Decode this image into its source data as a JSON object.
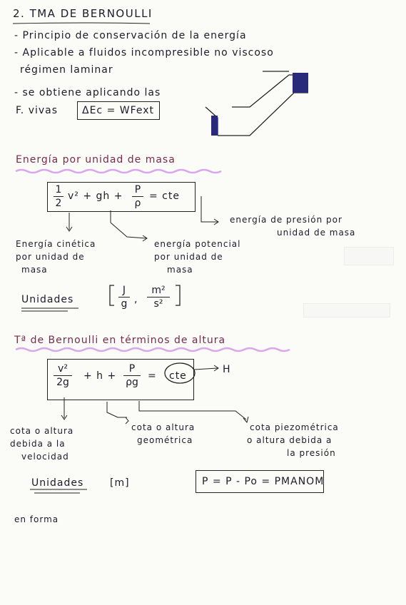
{
  "heading": "2. TMA DE BERNOULLI",
  "bullets": [
    "- Principio de conservación de la energía",
    "- Aplicable a fluidos incompresible no viscoso",
    "régimen laminar",
    "- se obtiene aplicando las",
    "F. vivas"
  ],
  "formula_work": "ΔEc = WFext",
  "section1": {
    "title": "Energía por unidad de masa",
    "eq_half_num": "1",
    "eq_half_den": "2",
    "eq_mid": "v² + gh +",
    "eq_p_num": "P",
    "eq_p_den": "ρ",
    "eq_end": "= cte",
    "ann_pressure_1": "energía de presión por",
    "ann_pressure_2": "unidad de masa",
    "ann_kinetic_1": "Energía cinética",
    "ann_kinetic_2": "por unidad de",
    "ann_kinetic_3": "masa",
    "ann_potential_1": "energía potencial",
    "ann_potential_2": "por unidad de",
    "ann_potential_3": "masa",
    "units_label": "Unidades",
    "units_j_num": "J",
    "units_j_den": "g",
    "units_m_num": "m²",
    "units_m_den": "s²"
  },
  "section2": {
    "title": "Tª de Bernoulli en términos de altura",
    "eq_v_num": "v²",
    "eq_v_den": "2g",
    "eq_mid": "+ h +",
    "eq_p_num": "P",
    "eq_p_den": "ρg",
    "eq_eq": "=",
    "eq_cte": "cte",
    "eq_H": "H",
    "ann_velocity_1": "cota o altura",
    "ann_velocity_2": "debida a la",
    "ann_velocity_3": "velocidad",
    "ann_geometric_1": "cota o altura",
    "ann_geometric_2": "geométrica",
    "ann_piezo_1": "cota piezométrica",
    "ann_piezo_2": "o altura debida a",
    "ann_piezo_3": "la presión",
    "units_label": "Unidades",
    "units_value": "[m]",
    "pressure_formula": "P = P - Po = PMANOM"
  },
  "footer_text": "en forma",
  "colors": {
    "ink": "#1c1c2a",
    "highlight": "#d9a8e8",
    "paper": "#fbfbf8",
    "pipe_fill": "#2a2a7a"
  }
}
